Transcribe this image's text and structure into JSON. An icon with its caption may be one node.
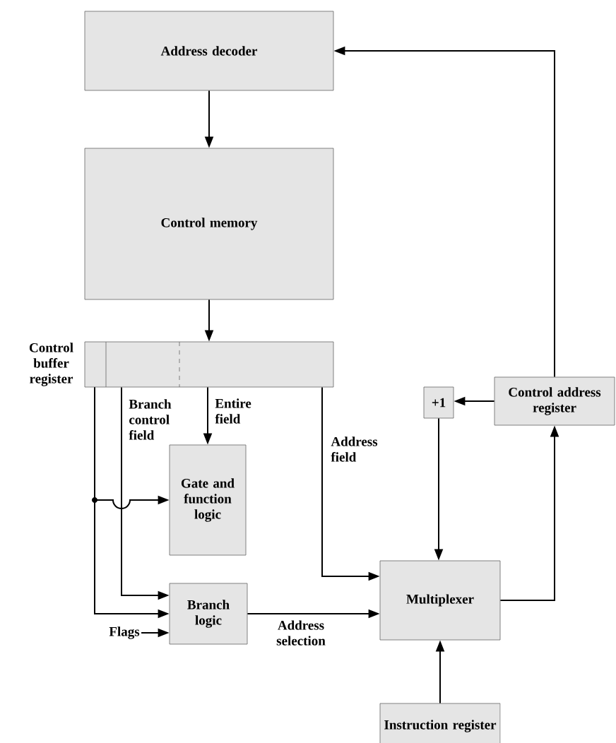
{
  "diagram": {
    "nodes": [
      {
        "text": [
          "Address decoder"
        ]
      },
      {
        "text": [
          "Control memory"
        ]
      },
      {
        "text": [
          "Control buffer register"
        ]
      },
      {
        "text": [
          "Gate and function logic"
        ]
      },
      {
        "text": [
          "Branch logic"
        ]
      },
      {
        "text": [
          "Multiplexer"
        ]
      },
      {
        "text": [
          "+1"
        ]
      },
      {
        "text": [
          "Control address register"
        ]
      },
      {
        "text": [
          "Instruction register"
        ]
      },
      {
        "text": [
          "Flags"
        ]
      }
    ],
    "edges": [
      {
        "from": 0,
        "to": 1,
        "arrow": "to"
      },
      {
        "from": 1,
        "to": 2,
        "arrow": "to"
      },
      {
        "from": 2,
        "to": 3,
        "arrow": "to",
        "label": "Entire field"
      },
      {
        "from": 2,
        "to": 3,
        "arrow": "to"
      },
      {
        "from": 2,
        "to": 4,
        "arrow": "to",
        "label": "Branch control field"
      },
      {
        "from": 2,
        "to": 4,
        "arrow": "to"
      },
      {
        "from": 9,
        "to": 4,
        "arrow": "to"
      },
      {
        "from": 4,
        "to": 5,
        "arrow": "to",
        "label": "Address selection"
      },
      {
        "from": 2,
        "to": 5,
        "arrow": "to",
        "label": "Address field"
      },
      {
        "from": 7,
        "to": 6,
        "arrow": "to"
      },
      {
        "from": 6,
        "to": 5,
        "arrow": "to"
      },
      {
        "from": 5,
        "to": 7,
        "arrow": "to"
      },
      {
        "from": 8,
        "to": 5,
        "arrow": "to"
      },
      {
        "from": 7,
        "to": 0,
        "arrow": "to"
      }
    ]
  }
}
